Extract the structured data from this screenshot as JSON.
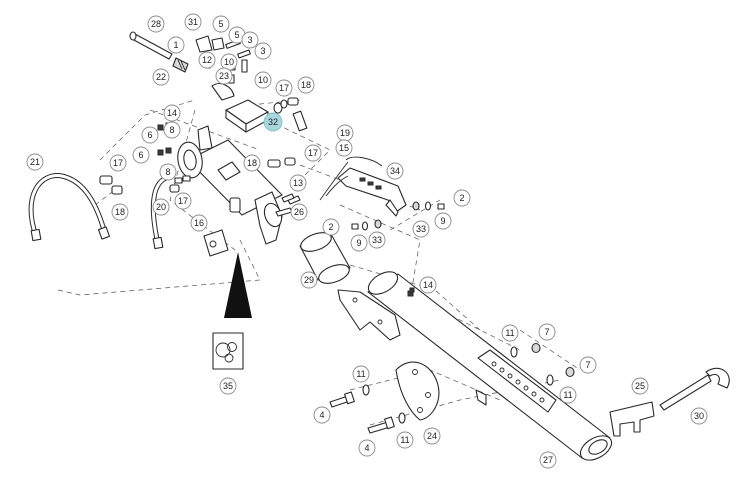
{
  "colors": {
    "line": "#2a2a2a",
    "highlight": "#a9d6dc",
    "background": "#ffffff"
  },
  "callouts": {
    "c28": "28",
    "c31": "31",
    "c5a": "5",
    "c5b": "5",
    "c3a": "3",
    "c3b": "3",
    "c1": "1",
    "c12": "12",
    "c10a": "10",
    "c10b": "10",
    "c23": "23",
    "c22": "22",
    "c17a": "17",
    "c18a": "18",
    "c32": "32",
    "c14a": "14",
    "c8a": "8",
    "c6a": "6",
    "c6b": "6",
    "c8b": "8",
    "c19": "19",
    "c15": "15",
    "c21": "21",
    "c17b": "17",
    "c18b": "18",
    "c17c": "17",
    "c34": "34",
    "c13": "13",
    "c20": "20",
    "c17d": "17",
    "c18c": "18",
    "c26": "26",
    "c16": "16",
    "c2a": "2",
    "c9a": "9",
    "c33a": "33",
    "c33b": "33",
    "c9b": "9",
    "c2b": "2",
    "c29": "29",
    "c14b": "14",
    "c11a": "11",
    "c7a": "7",
    "c7b": "7",
    "c11b": "11",
    "c11c": "11",
    "c35": "35",
    "c4a": "4",
    "c25": "25",
    "c11d": "11",
    "c24": "24",
    "c4b": "4",
    "c30": "30",
    "c27": "27"
  }
}
